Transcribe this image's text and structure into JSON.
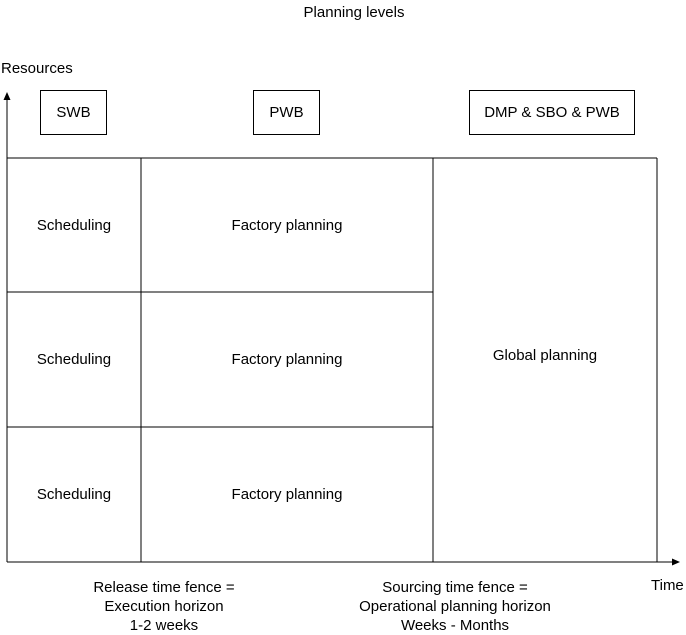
{
  "title": "Planning levels",
  "y_axis_label": "Resources",
  "x_axis_label": "Time",
  "tools": {
    "swb": "SWB",
    "pwb": "PWB",
    "global": "DMP & SBO & PWB"
  },
  "rows": [
    {
      "scheduling": "Scheduling",
      "factory": "Factory planning"
    },
    {
      "scheduling": "Scheduling",
      "factory": "Factory planning"
    },
    {
      "scheduling": "Scheduling",
      "factory": "Factory planning"
    }
  ],
  "global_planning": "Global planning",
  "release_fence": {
    "line1": "Release time fence =",
    "line2": "Execution horizon",
    "line3": "1-2 weeks"
  },
  "sourcing_fence": {
    "line1": "Sourcing time fence =",
    "line2": "Operational planning horizon",
    "line3": "Weeks - Months"
  }
}
